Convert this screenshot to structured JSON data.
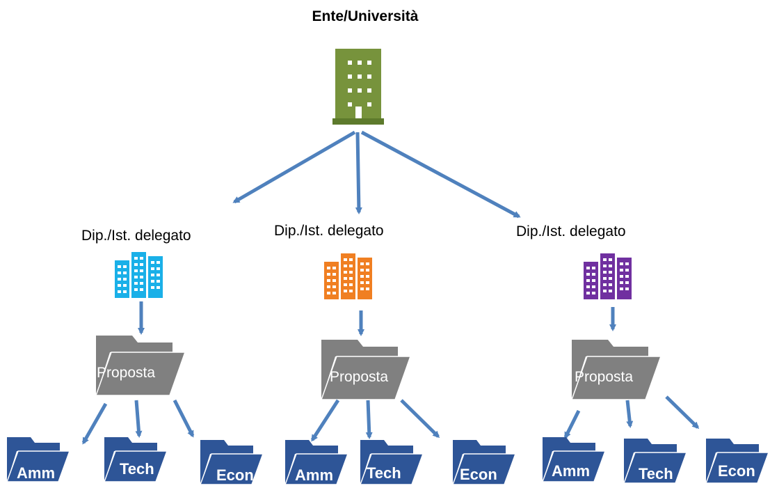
{
  "root": {
    "title": "Ente/Università",
    "icon": "building-icon",
    "color": "#77933c"
  },
  "departments": [
    {
      "label": "Dip./Ist. delegato",
      "icon": "buildings-icon",
      "color": "#1ab0e8",
      "folder": {
        "label": "Proposta",
        "icon": "folder-icon",
        "color": "#808080"
      },
      "subfolders": [
        {
          "label": "Amm",
          "icon": "folder-icon"
        },
        {
          "label": "Tech",
          "icon": "folder-icon"
        },
        {
          "label": "Econ",
          "icon": "folder-icon"
        }
      ]
    },
    {
      "label": "Dip./Ist. delegato",
      "icon": "buildings-icon",
      "color": "#f07f22",
      "folder": {
        "label": "Proposta",
        "icon": "folder-icon",
        "color": "#808080"
      },
      "subfolders": [
        {
          "label": "Amm",
          "icon": "folder-icon"
        },
        {
          "label": "Tech",
          "icon": "folder-icon"
        },
        {
          "label": "Econ",
          "icon": "folder-icon"
        }
      ]
    },
    {
      "label": "Dip./Ist. delegato",
      "icon": "buildings-icon",
      "color": "#7030a0",
      "folder": {
        "label": "Proposta",
        "icon": "folder-icon",
        "color": "#808080"
      },
      "subfolders": [
        {
          "label": "Amm",
          "icon": "folder-icon"
        },
        {
          "label": "Tech",
          "icon": "folder-icon"
        },
        {
          "label": "Econ",
          "icon": "folder-icon"
        }
      ]
    }
  ],
  "colors": {
    "arrow": "#4f81bd",
    "subfolder": "#2e5597"
  }
}
